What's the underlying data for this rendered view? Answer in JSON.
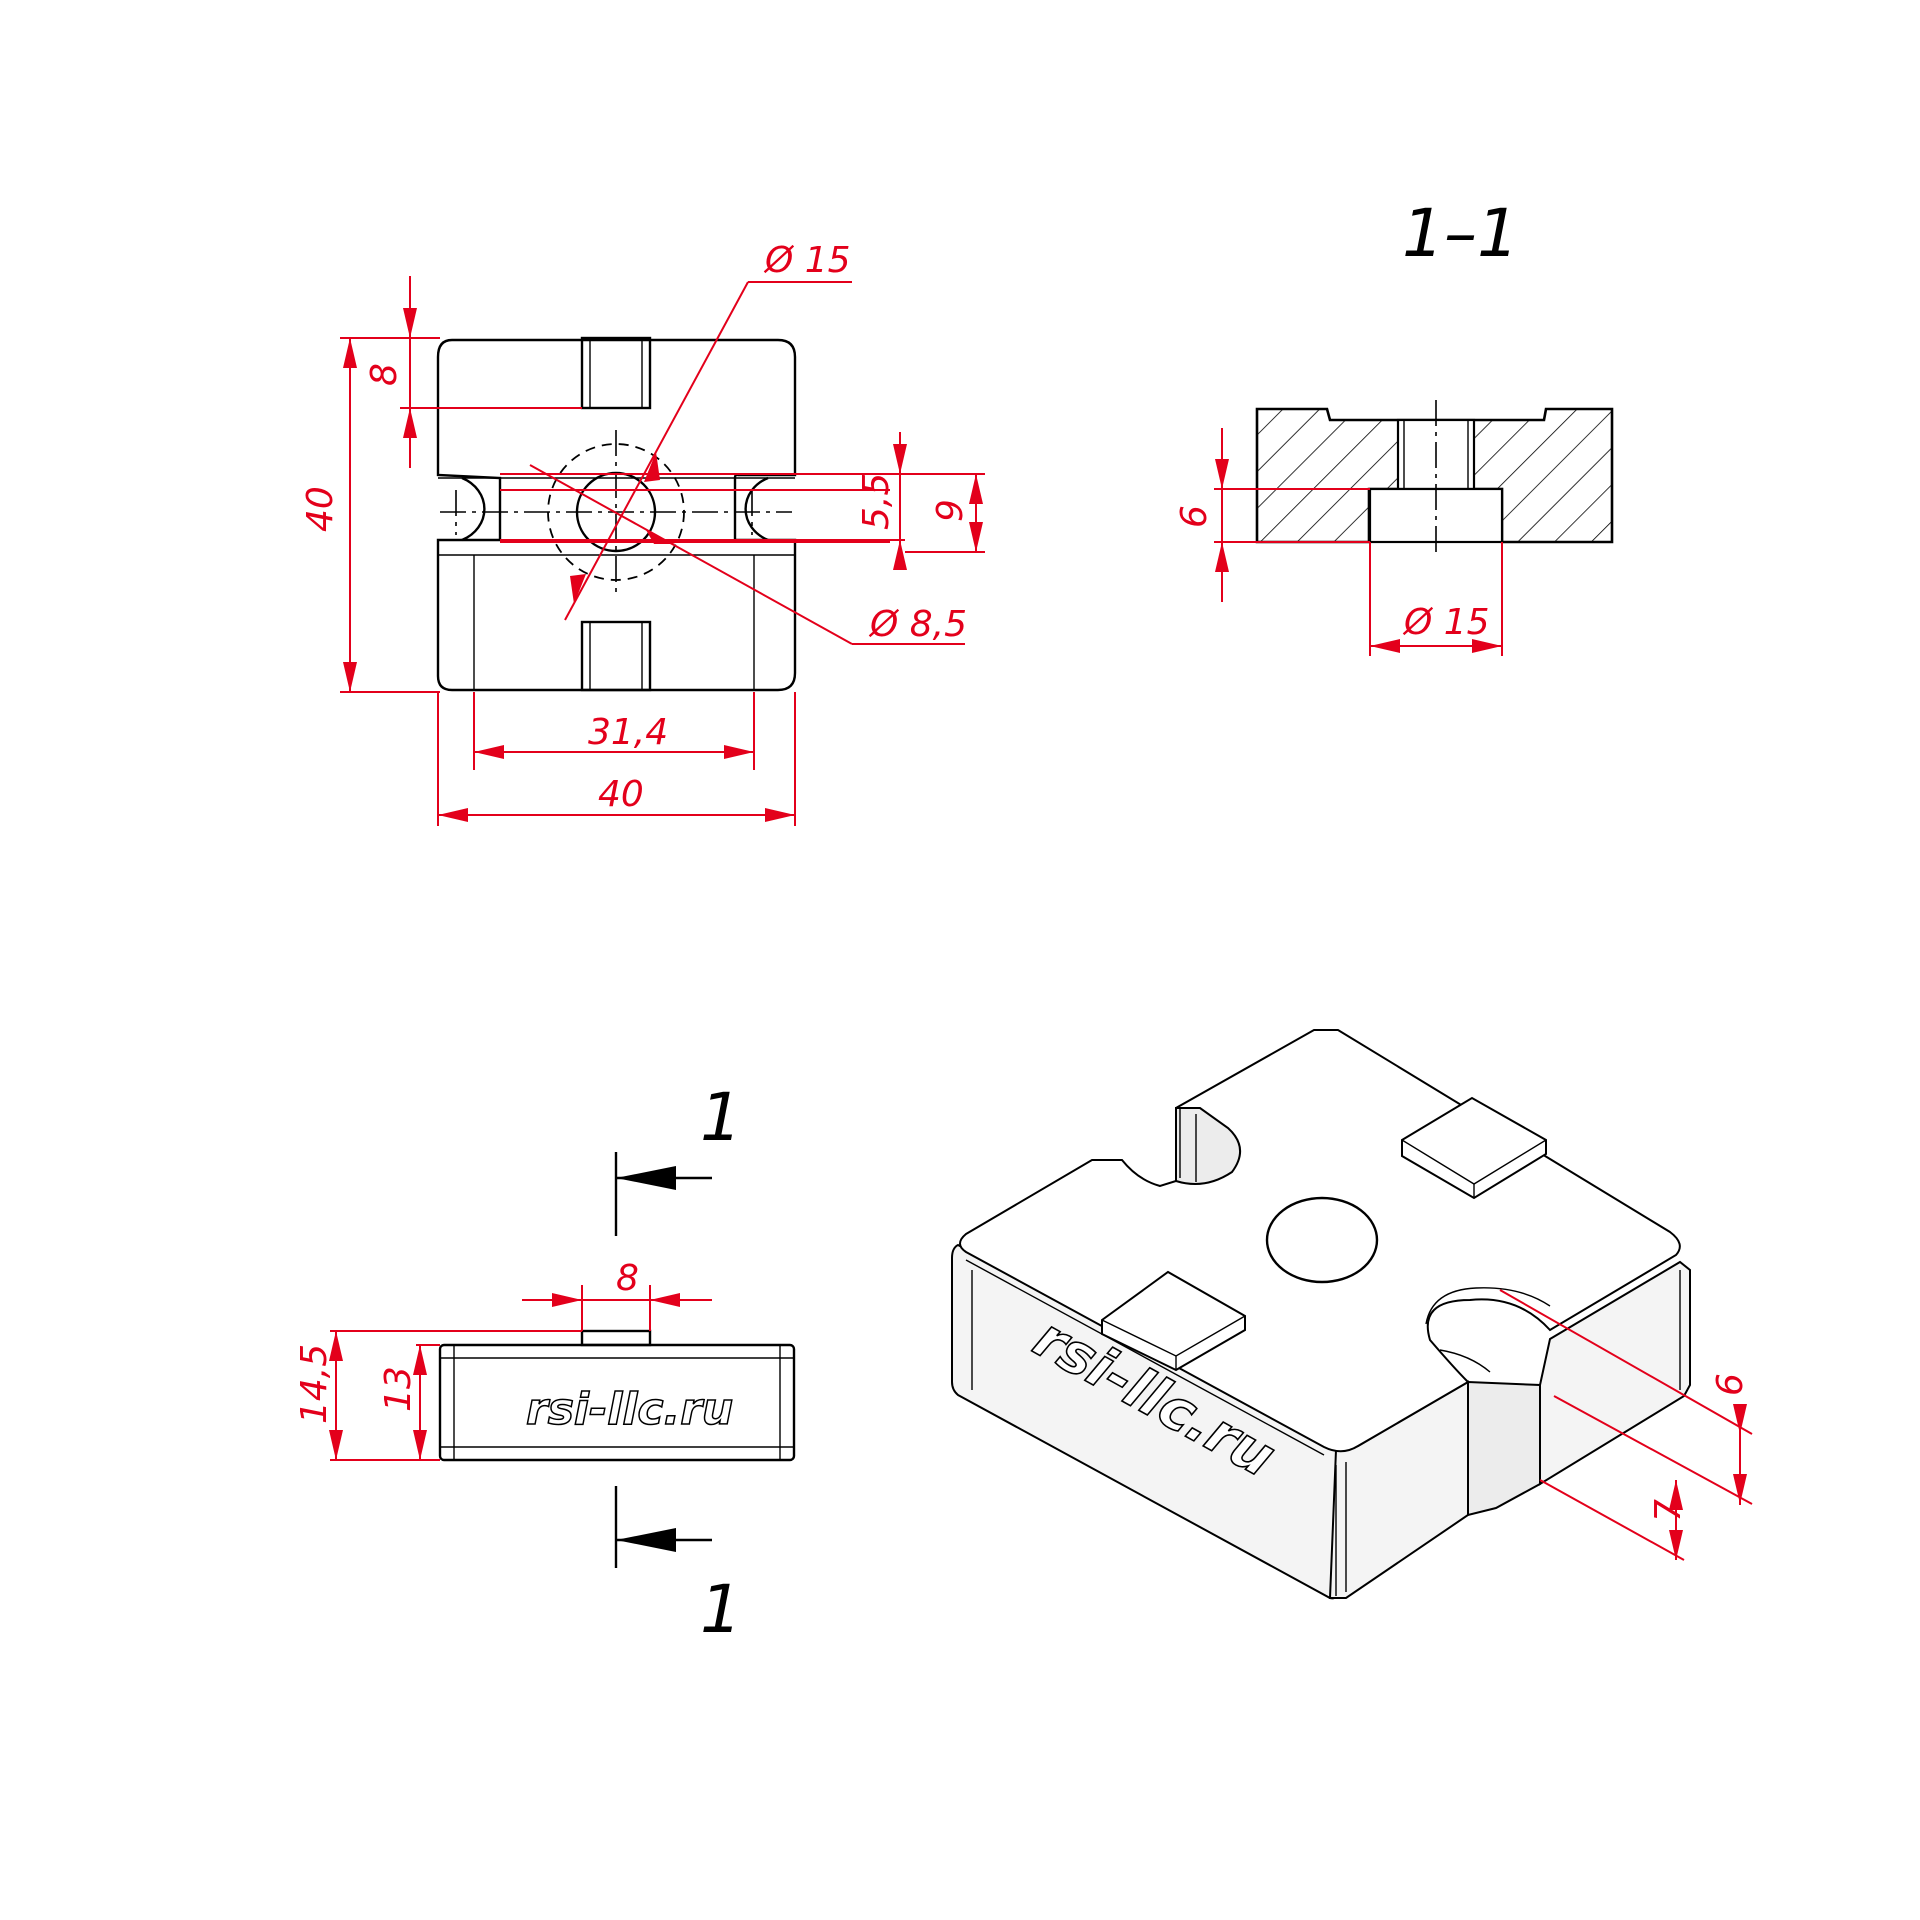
{
  "plan_view": {
    "dim_diameter_15": "Ø 15",
    "dim_diameter_8_5": "Ø 8,5",
    "dim_height_40": "40",
    "dim_width_40": "40",
    "dim_31_4": "31,4",
    "dim_8": "8",
    "dim_5_5": "5,5",
    "dim_9": "9"
  },
  "section_view": {
    "title": "1–1",
    "dim_6": "6",
    "dim_diameter_15": "Ø 15"
  },
  "side_view": {
    "section_mark_top": "1",
    "section_mark_bottom": "1",
    "dim_8": "8",
    "dim_14_5": "14,5",
    "dim_13": "13",
    "engraving": "rsi-llc.ru"
  },
  "iso_view": {
    "engraving": "rsi-llc.ru",
    "dim_6": "6",
    "dim_7": "7"
  },
  "colors": {
    "dimension": "#e3001b",
    "outline": "#000000",
    "face_top": "#ffffff",
    "face_side": "#f2f2f2"
  }
}
